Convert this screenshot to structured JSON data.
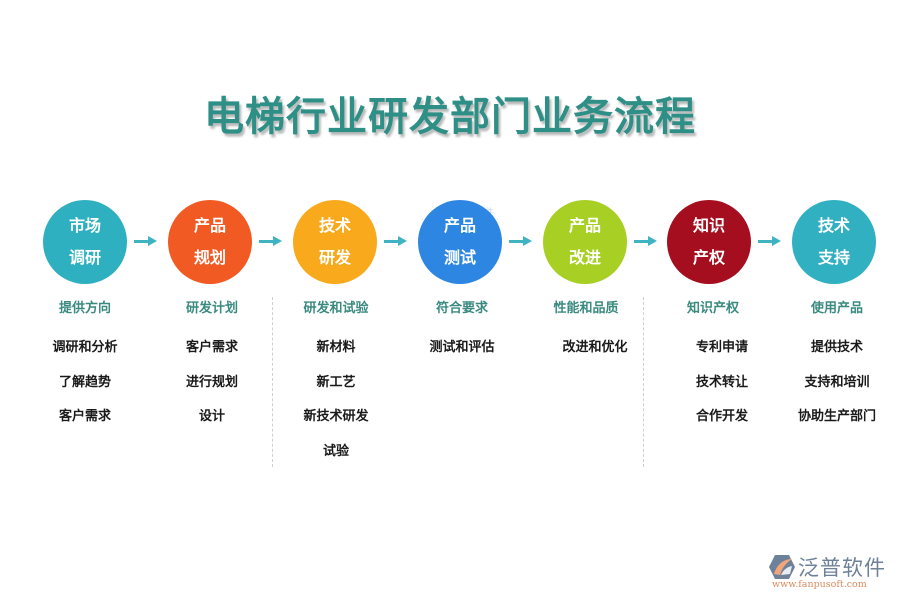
{
  "title": "电梯行业研发部门业务流程",
  "steps": [
    {
      "line1": "市场",
      "line2": "调研",
      "color": "#2fb0c0",
      "heading": "提供方向",
      "items": [
        "调研和分析",
        "了解趋势",
        "客户需求"
      ]
    },
    {
      "line1": "产品",
      "line2": "规划",
      "color": "#f25a23",
      "heading": "研发计划",
      "items": [
        "客户需求",
        "进行规划",
        "设计"
      ]
    },
    {
      "line1": "技术",
      "line2": "研发",
      "color": "#f9a91c",
      "heading": "研发和试验",
      "items": [
        "新材料",
        "新工艺",
        "新技术研发",
        "试验"
      ]
    },
    {
      "line1": "产品",
      "line2": "测试",
      "color": "#2d87e2",
      "heading": "符合要求",
      "items": [
        "测试和评估"
      ]
    },
    {
      "line1": "产品",
      "line2": "改进",
      "color": "#a8cf23",
      "heading": "性能和品质",
      "items": [
        "改进和优化"
      ]
    },
    {
      "line1": "知识",
      "line2": "产权",
      "color": "#a50e1e",
      "heading": "知识产权",
      "items": [
        "专利申请",
        "技术转让",
        "合作开发"
      ]
    },
    {
      "line1": "技术",
      "line2": "支持",
      "color": "#31b0c2",
      "heading": "使用产品",
      "items": [
        "提供技术",
        "支持和培训",
        "协助生产部门"
      ]
    }
  ],
  "arrow_color": "#3fb3c2",
  "heading_color": "#3a8a80",
  "title_color": "#2e8f87",
  "watermark": {
    "text": "泛普软件"
  },
  "logo": {
    "name": "泛普软件",
    "url": "www.fanpusoft.com"
  }
}
